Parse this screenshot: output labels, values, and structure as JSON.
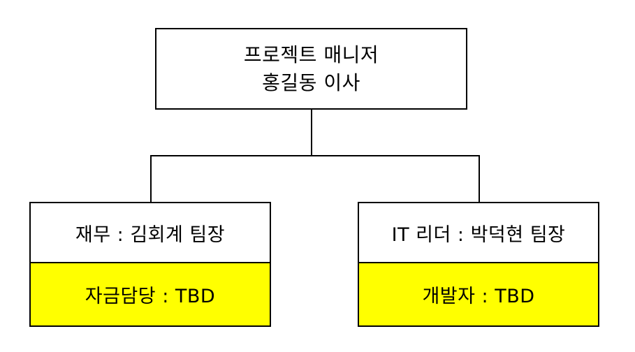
{
  "chart": {
    "type": "org-chart",
    "background_color": "#FFFFFF",
    "line_color": "#000000",
    "highlight_color": "#FFFF00",
    "root": {
      "title_line1": "프로젝트 매니저",
      "title_line2": "홍길동 이사"
    },
    "children": [
      {
        "id": "finance",
        "head_label": "재무 : 김회계 팀장",
        "body_label": "자금담당 : TBD",
        "body_highlighted": true
      },
      {
        "id": "it",
        "head_label": "IT 리더 : 박덕현 팀장",
        "body_label": "개발자 : TBD",
        "body_highlighted": true
      }
    ]
  }
}
